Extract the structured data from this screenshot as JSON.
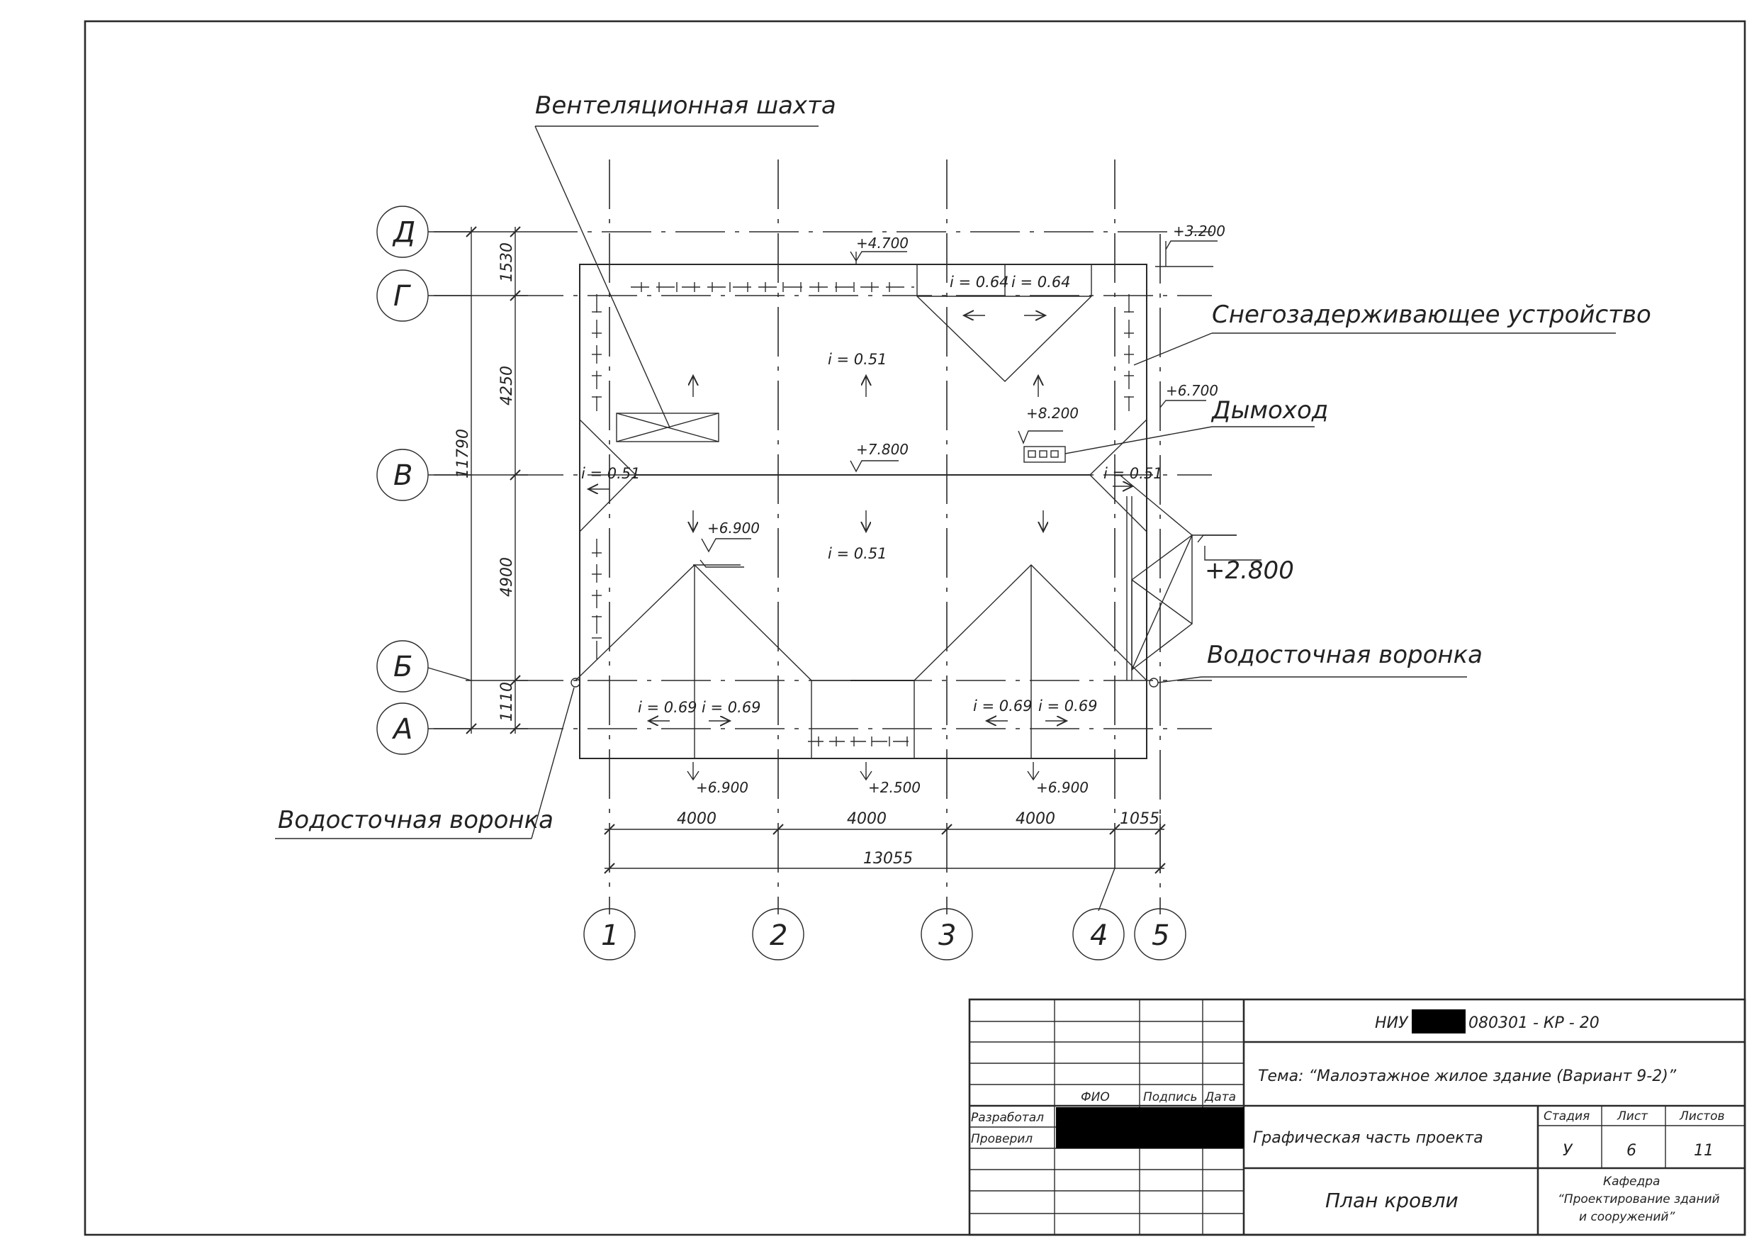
{
  "callouts": {
    "vent_shaft": "Вентеляционная шахта",
    "snow_guard": "Снегозадерживающее устройство",
    "chimney": "Дымоход",
    "downpipe_right": "Водосточная воронка",
    "downpipe_left": "Водосточная воронка"
  },
  "axes": {
    "rows": [
      "Д",
      "Г",
      "В",
      "Б",
      "А"
    ],
    "cols": [
      "1",
      "2",
      "3",
      "4",
      "5"
    ]
  },
  "dimensions": {
    "vertical": [
      "1530",
      "4250",
      "4900",
      "1110"
    ],
    "vertical_total": "11790",
    "horizontal": [
      "4000",
      "4000",
      "4000",
      "1055"
    ],
    "horizontal_total": "13055"
  },
  "elevations": {
    "top_ridge": "+4.700",
    "right_top": "+3.200",
    "right_mid": "+6.700",
    "chimney": "+8.200",
    "ridge": "+7.800",
    "left_gable_peak": "+6.900",
    "right_eave": "+2.800",
    "bottom_left": "+6.900",
    "bottom_center": "+2.500",
    "bottom_right": "+6.900"
  },
  "slopes": {
    "top_center": "i = 0.51",
    "top_valley_left": "i = 0.64",
    "top_valley_right": "i = 0.64",
    "left_hip": "i = 0.51",
    "right_hip": "i = 0.51",
    "bottom_center": "i = 0.51",
    "bl_left": "i = 0.69",
    "bl_right": "i = 0.69",
    "br_left": "i = 0.69",
    "br_right": "i = 0.69"
  },
  "title_block": {
    "code_prefix": "НИУ",
    "code_suffix": "080301 - КР - 20",
    "topic": "Тема: “Малоэтажное жилое здание (Вариант 9-2)”",
    "col_fio": "ФИО",
    "col_sign": "Подпись",
    "col_date": "Дата",
    "row_developed": "Разработал",
    "row_checked": "Проверил",
    "section_title": "Графическая часть проекта",
    "stage_label": "Стадия",
    "sheet_label": "Лист",
    "sheets_label": "Листов",
    "stage_value": "У",
    "sheet_value": "6",
    "sheets_value": "11",
    "drawing_title": "План кровли",
    "dept_line1": "Кафедра",
    "dept_line2": "“Проектирование зданий",
    "dept_line3": "и сооружений”"
  }
}
